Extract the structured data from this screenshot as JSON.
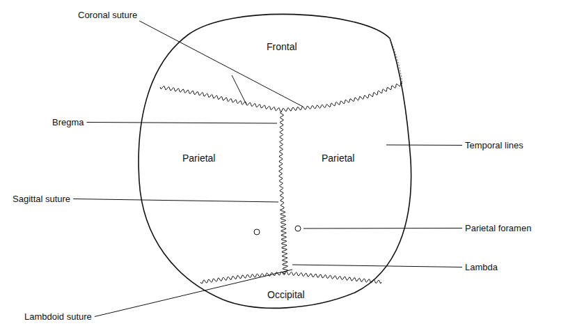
{
  "diagram": {
    "labels": [
      "Coronal suture",
      "Frontal",
      "Bregma",
      "Parietal",
      "Parietal",
      "Temporal lines",
      "Sagittal suture",
      "Parietal foramen",
      "Lambda",
      "Occipital",
      "Lambdoid suture"
    ]
  }
}
